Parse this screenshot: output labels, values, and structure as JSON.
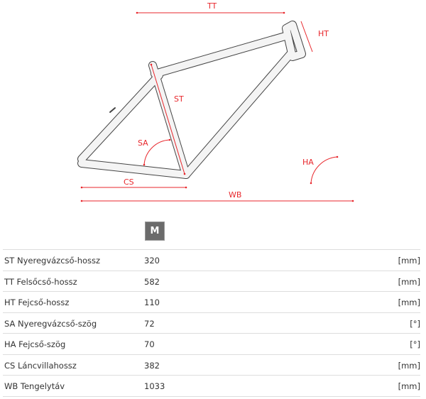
{
  "diagram": {
    "labels": {
      "tt": "TT",
      "ht": "HT",
      "st": "ST",
      "sa": "SA",
      "ha": "HA",
      "cs": "CS",
      "wb": "WB"
    },
    "accent_color": "#e8272c"
  },
  "size_header": "M",
  "rows": [
    {
      "label": "ST Nyeregvázcső-hossz",
      "value": "320",
      "unit": "[mm]"
    },
    {
      "label": "TT Felsőcső-hossz",
      "value": "582",
      "unit": "[mm]"
    },
    {
      "label": "HT Fejcső-hossz",
      "value": "110",
      "unit": "[mm]"
    },
    {
      "label": "SA Nyeregvázcső-szög",
      "value": "72",
      "unit": "[°]"
    },
    {
      "label": "HA Fejcső-szög",
      "value": "70",
      "unit": "[°]"
    },
    {
      "label": "CS Láncvillahossz",
      "value": "382",
      "unit": "[mm]"
    },
    {
      "label": "WB Tengelytáv",
      "value": "1033",
      "unit": "[mm]"
    }
  ]
}
